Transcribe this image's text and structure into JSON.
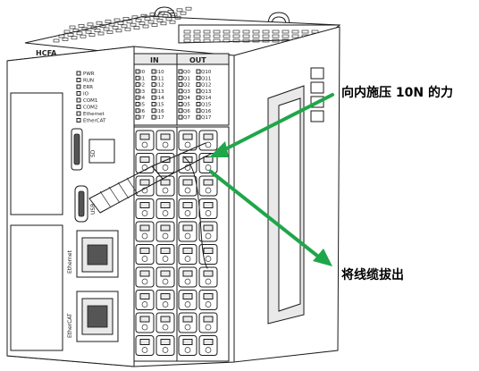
{
  "device": {
    "brand": "HCFA",
    "leds": [
      "PWR",
      "RUN",
      "ERR",
      "IO",
      "COM1",
      "COM2",
      "Ethernet",
      "EtherCAT"
    ],
    "in_header": "IN",
    "out_header": "OUT",
    "in_left": [
      "I0",
      "I1",
      "I2",
      "I3",
      "I4",
      "I5",
      "I6",
      "I7"
    ],
    "in_right": [
      "I10",
      "I11",
      "I12",
      "I13",
      "I14",
      "I15",
      "I16",
      "I17"
    ],
    "out_left": [
      "Q0",
      "Q1",
      "Q2",
      "Q3",
      "Q4",
      "Q5",
      "Q6",
      "Q7"
    ],
    "out_right": [
      "Q10",
      "Q11",
      "Q12",
      "Q13",
      "Q14",
      "Q15",
      "Q16",
      "Q17"
    ],
    "sd_label": "SD",
    "usb_label": "USB",
    "eth_label": "Ethernet",
    "ecat_label": "EtherCAT"
  },
  "callouts": {
    "push": "向内施压 10N 的力",
    "pull": "将线缆拔出"
  },
  "colors": {
    "arrow": "#1fa64a",
    "line": "#1a1a1a"
  }
}
